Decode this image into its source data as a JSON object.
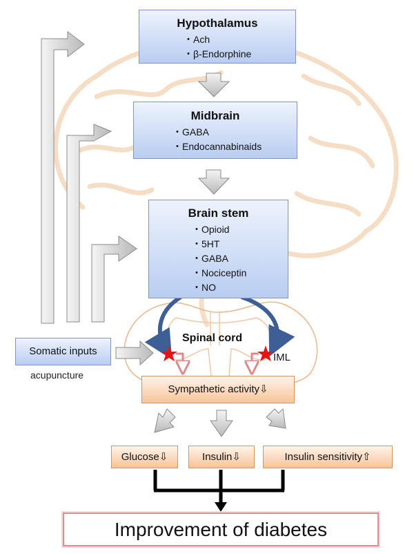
{
  "hypothalamus": {
    "title": "Hypothalamus",
    "items": [
      "Ach",
      "β-Endorphine"
    ]
  },
  "midbrain": {
    "title": "Midbrain",
    "items": [
      "GABA",
      "Endocannabinaids"
    ]
  },
  "brainstem": {
    "title": "Brain stem",
    "items": [
      "Opioid",
      "5HT",
      "GABA",
      "Nociceptin",
      "NO"
    ]
  },
  "somatic": {
    "label": "Somatic inputs",
    "caption": "acupuncture"
  },
  "spinal_cord": {
    "label": "Spinal cord",
    "iml": "IML"
  },
  "sympathetic": {
    "label": "Sympathetic activity⇩"
  },
  "outcomes": {
    "glucose": "Glucose⇩",
    "insulin": "Insulin⇩",
    "sensitivity": "Insulin sensitivity⇧"
  },
  "result": {
    "label": "Improvement of diabetes"
  },
  "colors": {
    "blue_box": "#b9cdf1",
    "orange_box": "#f6c49a",
    "gray_arrow": "#c8c8c8",
    "star": "#ee1111",
    "brain_outline": "#f3d3b3"
  }
}
